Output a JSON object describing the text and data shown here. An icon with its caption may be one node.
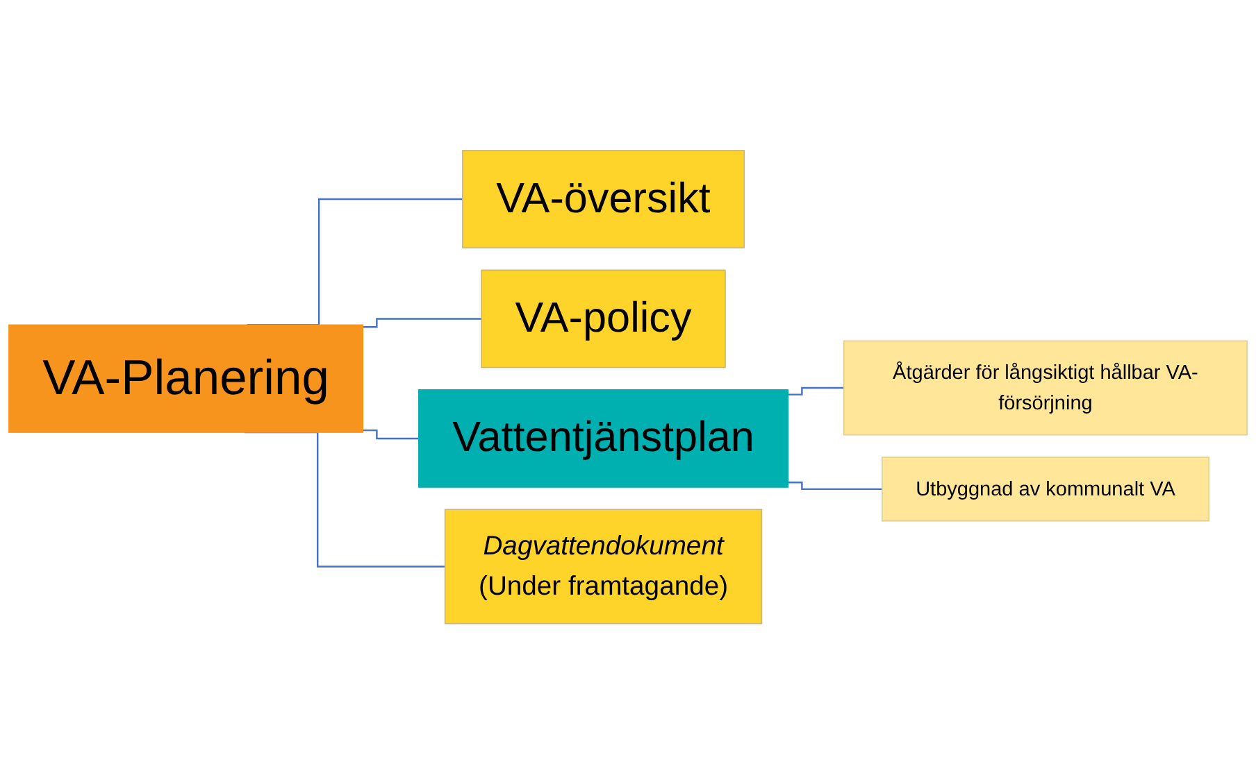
{
  "diagram": {
    "nodes": [
      {
        "text": [
          "VA-Planering"
        ]
      },
      {
        "text": [
          "VA-översikt"
        ]
      },
      {
        "text": [
          "VA-policy"
        ]
      },
      {
        "text": [
          "Vattentjänstplan"
        ]
      },
      {
        "text": [
          "Dagvattendokument",
          "(Under framtagande)"
        ]
      },
      {
        "text": [
          "Åtgärder för långsiktigt hållbar VA-försörjning"
        ]
      },
      {
        "text": [
          "Utbyggnad av kommunalt VA"
        ]
      }
    ],
    "edges": [
      {
        "from": 0,
        "to": 1,
        "arrow": "none"
      },
      {
        "from": 0,
        "to": 2,
        "arrow": "none"
      },
      {
        "from": 0,
        "to": 3,
        "arrow": "none"
      },
      {
        "from": 0,
        "to": 4,
        "arrow": "none"
      },
      {
        "from": 3,
        "to": 5,
        "arrow": "none"
      },
      {
        "from": 3,
        "to": 6,
        "arrow": "none"
      }
    ]
  }
}
